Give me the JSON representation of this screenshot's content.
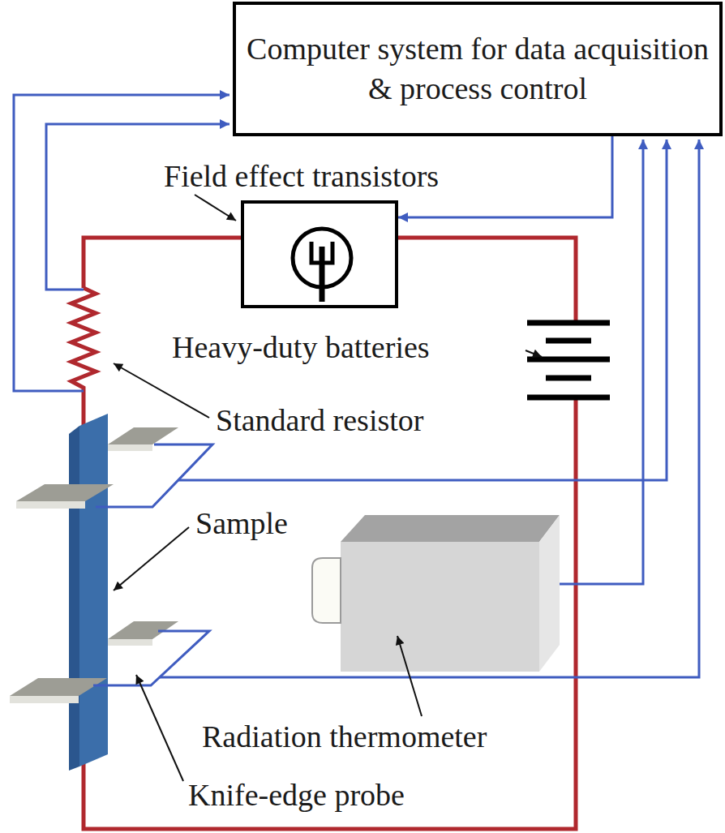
{
  "diagram": {
    "nodes": [
      {
        "text": [
          "Computer system for data acquisition & process control"
        ]
      },
      {
        "text": [
          "Field effect transistors"
        ]
      }
    ],
    "edges": [
      {
        "from": 0,
        "to": 1,
        "arrow": "to"
      }
    ],
    "labels": [
      "Heavy-duty batteries",
      "Standard resistor",
      "Sample",
      "Radiation thermometer",
      "Knife-edge probe"
    ]
  }
}
